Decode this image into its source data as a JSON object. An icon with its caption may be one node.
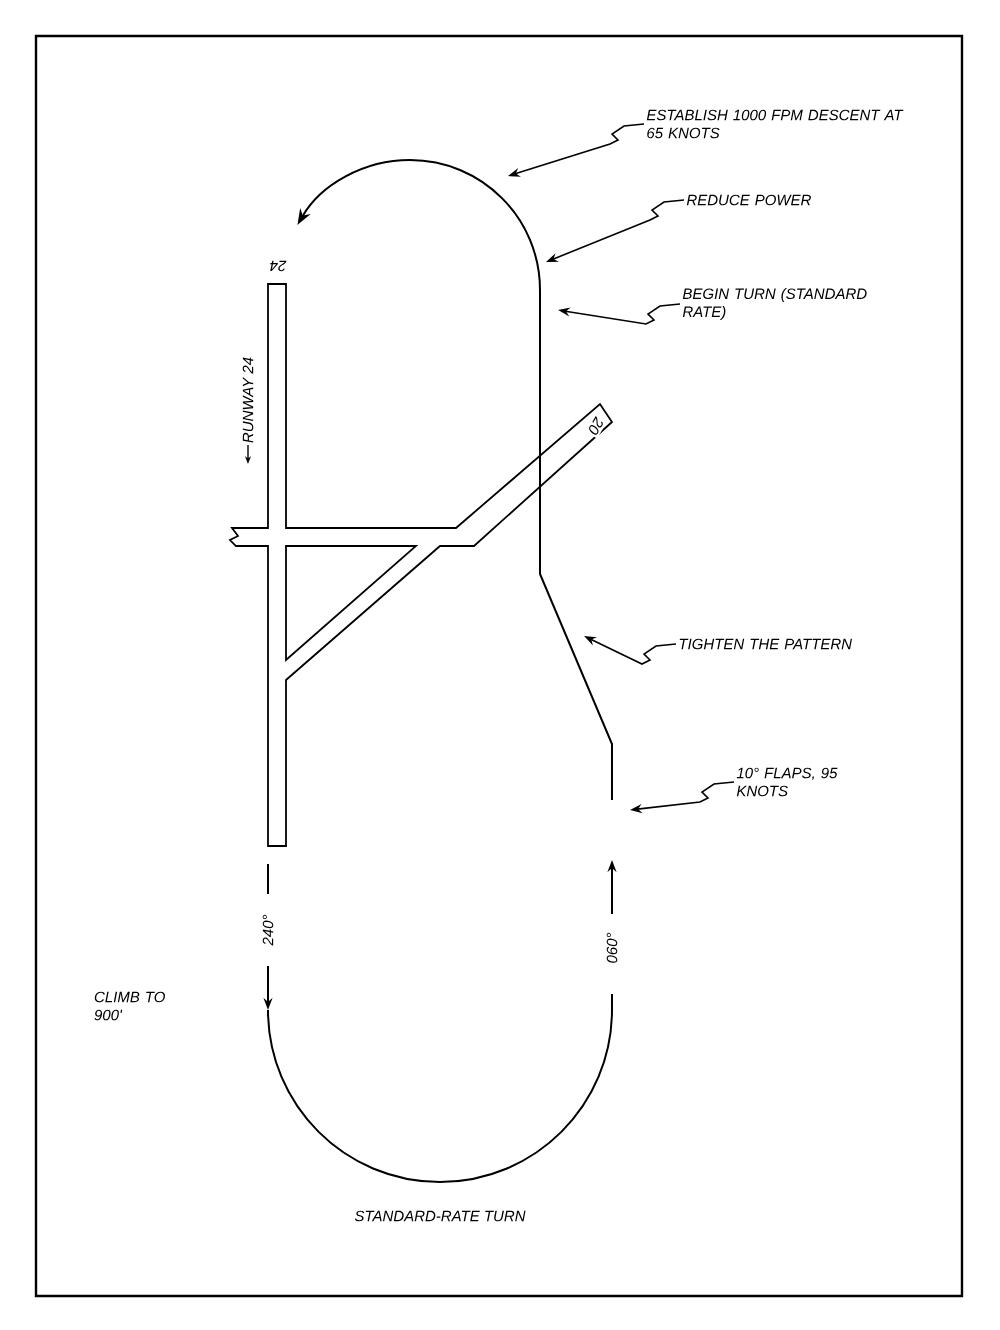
{
  "diagram": {
    "nodes": [
      {
        "text": [
          "ESTABLISH 1000 FPM DESCENT AT 65 KNOTS"
        ]
      },
      {
        "text": [
          "REDUCE POWER"
        ]
      },
      {
        "text": [
          "BEGIN TURN (STANDARD RATE)"
        ]
      },
      {
        "text": [
          "TIGHTEN THE PATTERN"
        ]
      },
      {
        "text": [
          "10° FLAPS, 95 KNOTS"
        ]
      }
    ],
    "edges": [
      {
        "from": 0,
        "to": null,
        "arrow": "to"
      },
      {
        "from": 1,
        "to": null,
        "arrow": "to"
      },
      {
        "from": 2,
        "to": null,
        "arrow": "to"
      },
      {
        "from": 3,
        "to": null,
        "arrow": "to"
      },
      {
        "from": 4,
        "to": null,
        "arrow": "to"
      }
    ],
    "labels": [
      "24",
      "RUNWAY 24",
      "20",
      "240°",
      "060°",
      "CLIMB TO 900'",
      "STANDARD-RATE TURN"
    ]
  }
}
